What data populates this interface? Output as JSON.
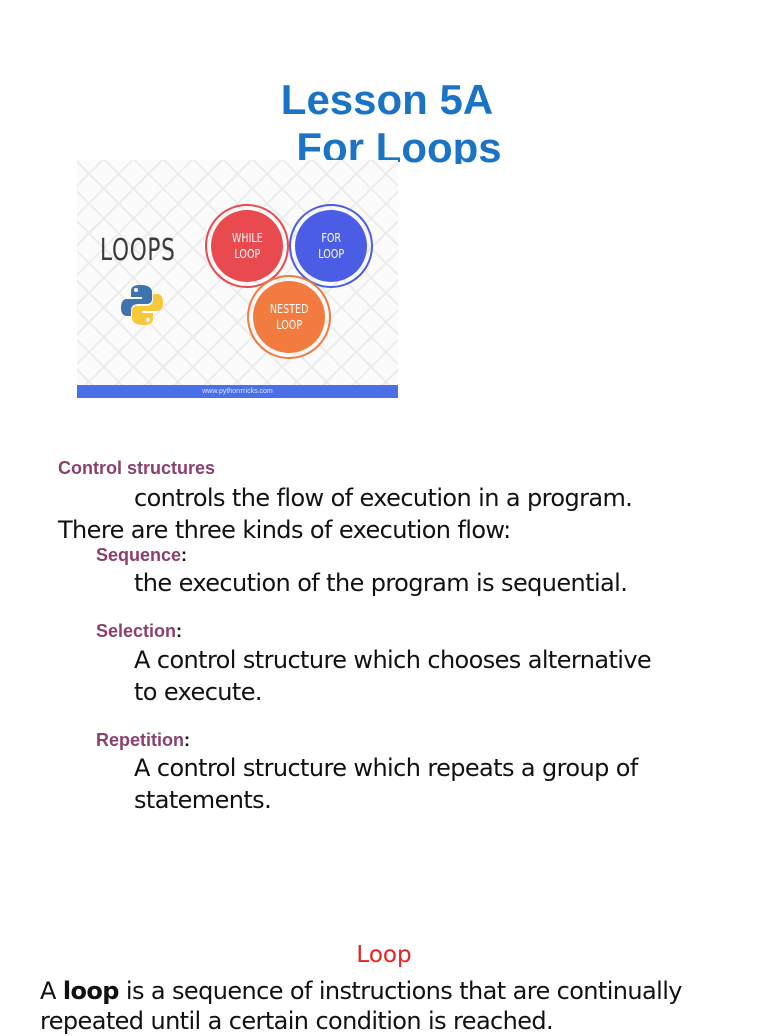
{
  "title": {
    "line1": "Lesson 5A",
    "line2": "For Loops"
  },
  "hero": {
    "word": "LOOPS",
    "icon": "python-logo-icon",
    "bubbles": {
      "while": "WHILE\nLOOP",
      "for": "FOR\nLOOP",
      "nested": "NESTED\nLOOP"
    },
    "url": "www.pythonтricks.com",
    "colors": {
      "while": "#e84a4f",
      "for": "#4a5de4",
      "nested": "#f27c3f",
      "bar": "#4b6fe6"
    }
  },
  "control": {
    "label": "Control structures",
    "desc": "controls the flow of execution in a program.",
    "kinds": "There are three kinds of execution flow:"
  },
  "sequence": {
    "label": "Sequence",
    "colon": ":",
    "desc": "the execution of the program is sequential."
  },
  "selection": {
    "label": "Selection",
    "colon": ":",
    "desc_line1": "A control structure which chooses alternative",
    "desc_line2": "to execute."
  },
  "repetition": {
    "label": "Repetition",
    "colon": ":",
    "desc_line1": "A control structure which repeats a group of",
    "desc_line2": "statements."
  },
  "loop_section": {
    "heading": "Loop",
    "pre": "A ",
    "bold": "loop",
    "post": " is a sequence of instructions that are continually",
    "line2": "repeated until a certain condition is reached."
  },
  "colors": {
    "title": "#1a73c4",
    "label": "#8b3f6d",
    "loop_heading": "#e8201e"
  }
}
